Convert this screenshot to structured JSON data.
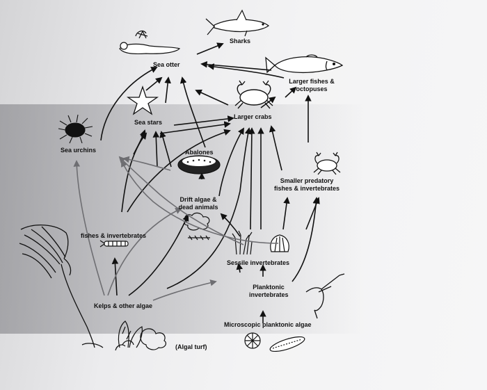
{
  "nodes": {
    "sharks": "Sharks",
    "sea_otter": "Sea otter",
    "larger_fishes": "Larger fishes &\noctopuses",
    "larger_crabs": "Larger crabs",
    "sea_stars": "Sea stars",
    "sea_urchins": "Sea urchins",
    "abalones": "Abalones",
    "drift_algae": "Drift algae &\ndead animals",
    "smaller_predatory": "Smaller predatory\nfishes & invertebrates",
    "fishes_invertebrates": "fishes & invertebrates",
    "sessile_invertebrates": "Sessile invertebrates",
    "planktonic_invertebrates": "Planktonic\ninvertebrates",
    "kelps_algae": "Kelps & other algae",
    "microscopic_algae": "Microscopic planktonic algae",
    "algal_turf": "(Algal turf)"
  },
  "colors": {
    "ink": "#111111",
    "arrow_gray": "#6e6e72",
    "paper": "#efeff0"
  },
  "icons": [
    "shark-icon",
    "sea-otter-icon",
    "fish-icon",
    "crab-icon",
    "sea-star-icon",
    "sea-urchin-icon",
    "abalone-icon",
    "drift-algae-icon",
    "small-crab-icon",
    "worm-icon",
    "kelp-icon",
    "sessile-invertebrates-icon",
    "planktonic-invertebrate-icon",
    "diatom-icon",
    "algal-turf-icon"
  ]
}
